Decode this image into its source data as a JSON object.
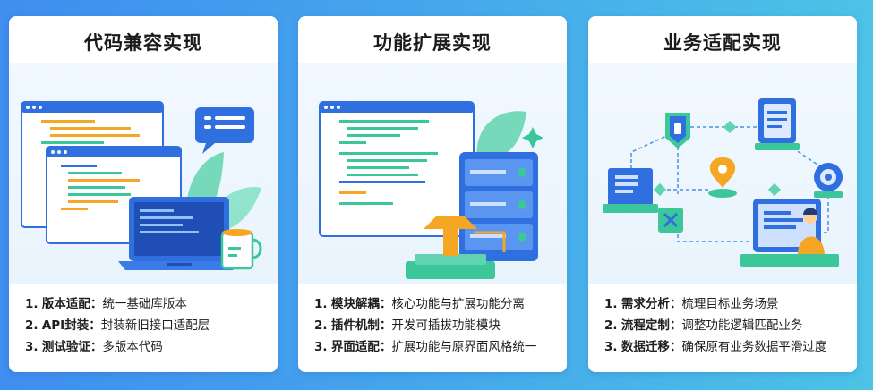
{
  "cards": [
    {
      "title": "代码兼容实现",
      "points": [
        {
          "num": "1.",
          "key": "版本适配：",
          "desc": "统一基础库版本"
        },
        {
          "num": "2.",
          "key": "API封装：",
          "desc": "封装新旧接口适配层"
        },
        {
          "num": "3.",
          "key": "测试验证：",
          "desc": "多版本代码"
        }
      ]
    },
    {
      "title": "功能扩展实现",
      "points": [
        {
          "num": "1.",
          "key": "模块解耦：",
          "desc": "核心功能与扩展功能分离"
        },
        {
          "num": "2.",
          "key": "插件机制：",
          "desc": "开发可插拔功能模块"
        },
        {
          "num": "3.",
          "key": "界面适配：",
          "desc": "扩展功能与原界面风格统一"
        }
      ]
    },
    {
      "title": "业务适配实现",
      "points": [
        {
          "num": "1.",
          "key": "需求分析：",
          "desc": "梳理目标业务场景"
        },
        {
          "num": "2.",
          "key": "流程定制：",
          "desc": "调整功能逻辑匹配业务"
        },
        {
          "num": "3.",
          "key": "数据迁移：",
          "desc": "确保原有业务数据平滑过度"
        }
      ]
    }
  ],
  "icons": [
    "code-window-icon",
    "chat-bubble-icon",
    "laptop-icon",
    "coffee-mug-icon",
    "server-rack-icon",
    "plug-icon",
    "cube-node-icon",
    "document-node-icon",
    "location-pin-icon",
    "user-at-monitor-icon"
  ],
  "colors": {
    "background_start": "#3f8ef0",
    "background_end": "#4cc3e6",
    "accent_blue": "#2f6fe0",
    "accent_green": "#3cc79a",
    "accent_orange": "#f5a623"
  }
}
